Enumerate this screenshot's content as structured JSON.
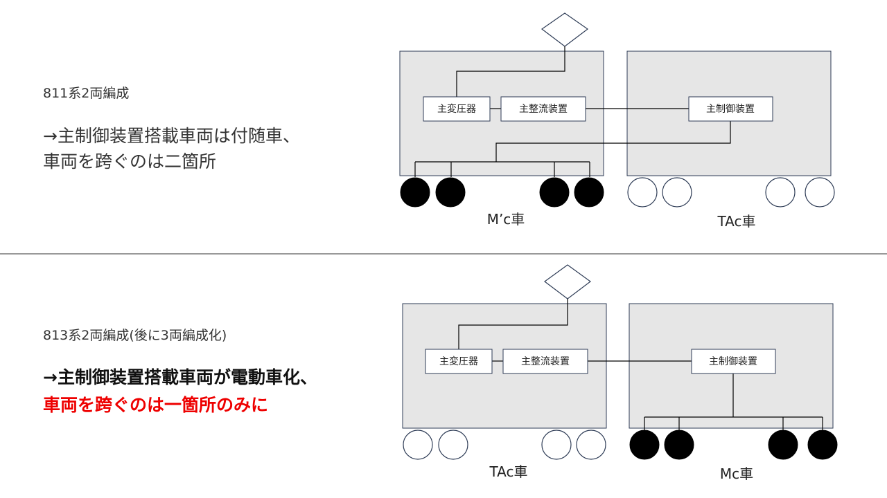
{
  "sections": [
    {
      "title": "811系2両編成",
      "desc_line1": "→主制御装置搭載車両は付随車、",
      "desc_line2": "車両を跨ぐのは二箇所",
      "box_transformer": "主変圧器",
      "box_rectifier": "主整流装置",
      "box_controller": "主制御装置",
      "car_left_label": "M’c車",
      "car_right_label": "TAc車"
    },
    {
      "title": "813系2両編成(後に3両編成化)",
      "desc_line1": "→主制御装置搭載車両が電動車化、",
      "desc_line2": "車両を跨ぐのは一箇所のみに",
      "box_transformer": "主変圧器",
      "box_rectifier": "主整流装置",
      "box_controller": "主制御装置",
      "car_left_label": "TAc車",
      "car_right_label": "Mc車"
    }
  ],
  "colors": {
    "highlight": "#ee0000",
    "car_fill": "#e6e6e6",
    "motor_wheel": "#000000",
    "trailer_wheel": "#ffffff"
  }
}
